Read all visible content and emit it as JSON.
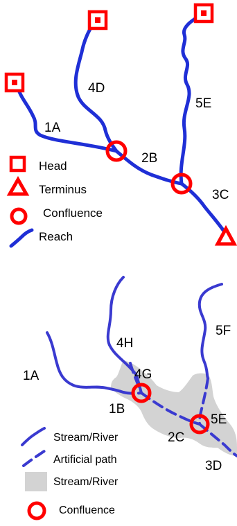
{
  "colors": {
    "reach": "#1f2fd6",
    "path": "#3a3ad0",
    "marker": "#ff0000",
    "waterbody": "#d3d3d3"
  },
  "top_diagram": {
    "reach_labels": [
      "1A",
      "4D",
      "5E",
      "2B",
      "3C"
    ],
    "legend": {
      "head": "Head",
      "terminus": "Terminus",
      "confluence": "Confluence",
      "reach": "Reach"
    }
  },
  "bottom_diagram": {
    "reach_labels": [
      "4H",
      "5F",
      "1A",
      "4G",
      "1B",
      "5E",
      "2C",
      "3D"
    ],
    "legend": {
      "stream": "Stream/River",
      "artificial": "Artificial path",
      "waterbody": "Stream/River",
      "confluence": "Confluence"
    }
  }
}
